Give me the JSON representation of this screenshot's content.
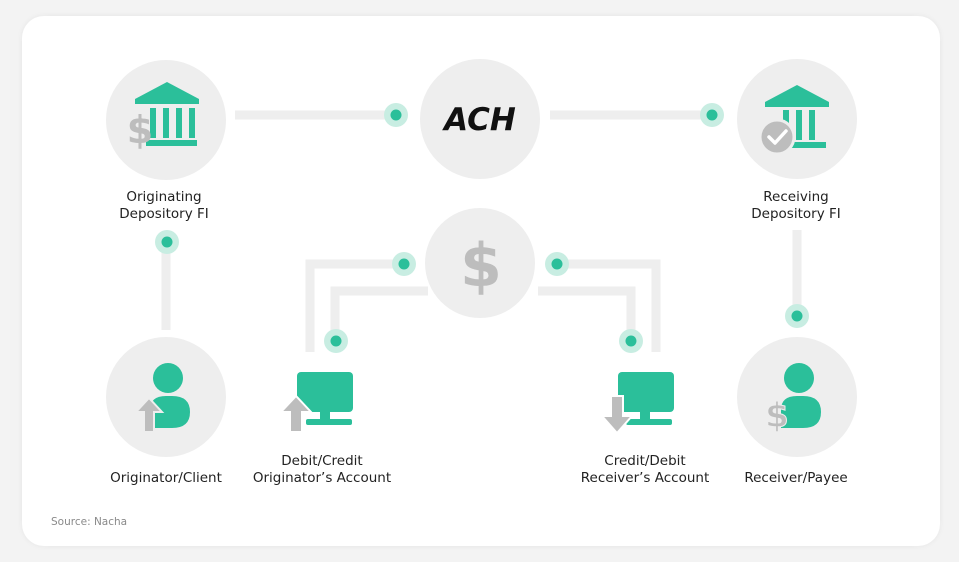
{
  "nodes": {
    "ach": {
      "text": "ACH"
    },
    "originating_fi": {
      "line1": "Originating",
      "line2": "Depository FI",
      "icon": "bank-dollar-icon"
    },
    "receiving_fi": {
      "line1": "Receiving",
      "line2": "Depository FI",
      "icon": "bank-check-icon"
    },
    "originator": {
      "label": "Originator/Client",
      "icon": "person-upload-icon"
    },
    "receiver": {
      "label": "Receiver/Payee",
      "icon": "person-dollar-icon"
    },
    "originator_account": {
      "line1": "Debit/Credit",
      "line2": "Originator’s Account",
      "icon": "computer-upload-icon"
    },
    "receiver_account": {
      "line1": "Credit/Debit",
      "line2": "Receiver’s Account",
      "icon": "computer-download-icon"
    },
    "money": {
      "icon": "dollar-icon"
    }
  },
  "source": "Source: Nacha",
  "colors": {
    "accent": "#2bbf9a",
    "accent_halo": "#c8ede2",
    "circle": "#eeeeee",
    "connector": "#eeeeee",
    "grey_icon": "#bdbdbd",
    "text": "#222222"
  }
}
